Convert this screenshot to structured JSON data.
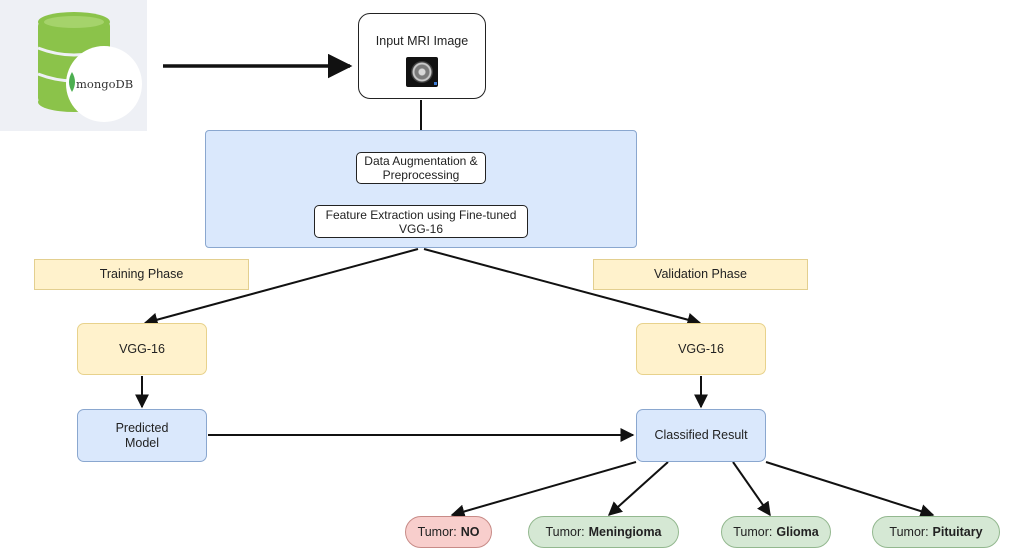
{
  "database": {
    "logo_text": "mongoDB",
    "cylinder_color": "#8bc34a",
    "leaf_color": "#4caf50"
  },
  "input": {
    "title": "Input MRI Image"
  },
  "preprocessing": {
    "augmentation": "Data Augmentation &\nPreprocessing",
    "feature_extraction": "Feature Extraction using Fine-tuned\nVGG-16"
  },
  "phases": {
    "training": "Training Phase",
    "validation": "Validation Phase"
  },
  "training_branch": {
    "model": "VGG-16",
    "result": "Predicted\nModel"
  },
  "validation_branch": {
    "model": "VGG-16",
    "result": "Classified Result"
  },
  "outputs": [
    {
      "prefix": "Tumor:",
      "value": "NO"
    },
    {
      "prefix": "Tumor:",
      "value": "Meningioma"
    },
    {
      "prefix": "Tumor:",
      "value": "Glioma"
    },
    {
      "prefix": "Tumor:",
      "value": "Pituitary"
    }
  ],
  "colors": {
    "blue_fill": "#dae8fc",
    "yellow_fill": "#fff2cc",
    "red_fill": "#f8cecc",
    "green_fill": "#d5e8d4",
    "edge": "#111111"
  }
}
